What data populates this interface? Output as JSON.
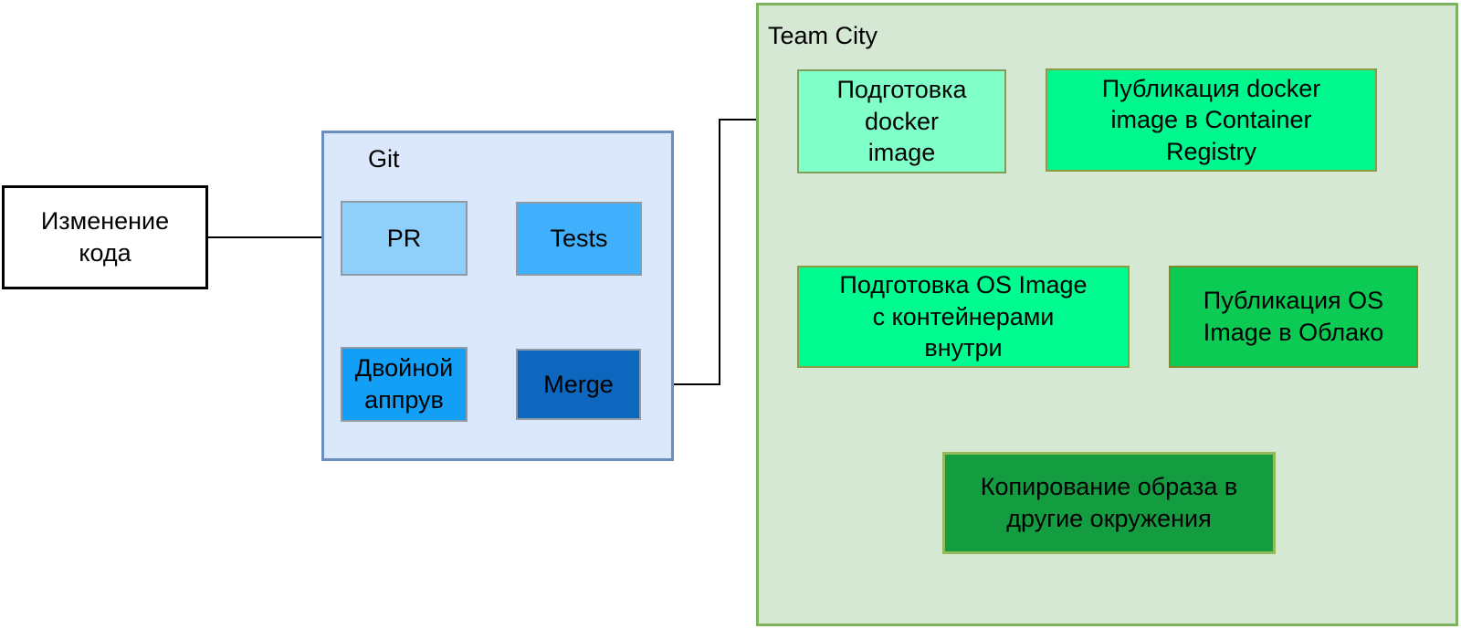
{
  "groups": {
    "git": {
      "label": "Git",
      "fill": "#DBE8FB",
      "border": "#6C8EBF"
    },
    "teamcity": {
      "label": "Team City",
      "fill": "#D5E8D4",
      "border": "#7CB35F"
    }
  },
  "nodes": {
    "code_change": {
      "label": "Изменение\nкода",
      "fill": "#FFFFFF",
      "border": "#000000"
    },
    "pr": {
      "label": "PR",
      "fill": "#8FD0FB",
      "border": "#8C9BA5"
    },
    "tests": {
      "label": "Tests",
      "fill": "#41B0FC",
      "border": "#8C9BA5"
    },
    "double_approve": {
      "label": "Двойной\nаппрув",
      "fill": "#129FF5",
      "border": "#8C9BA5"
    },
    "merge": {
      "label": "Merge",
      "fill": "#0E67BE",
      "border": "#8C9BA5"
    },
    "prepare_docker_image": {
      "label": "Подготовка\ndocker\nimage",
      "fill": "#80FFC9",
      "border": "#7E9D56"
    },
    "publish_docker_image": {
      "label": "Публикация docker\nimage в Container\nRegistry",
      "fill": "#00F78E",
      "border": "#8F9A41"
    },
    "prepare_os_image": {
      "label": "Подготовка OS Image\nс контейнерами\nвнутри",
      "fill": "#00FC90",
      "border": "#8F9A41"
    },
    "publish_os_image": {
      "label": "Публикация OS\nImage в Облако",
      "fill": "#0BCB54",
      "border": "#85862F"
    },
    "copy_image": {
      "label": "Копирование образа в\nдругие окружения",
      "fill": "#149C41",
      "border": "#93BB5B"
    }
  },
  "connectors": {
    "default_color": "#000000",
    "accent_color": "#6B87C7"
  }
}
